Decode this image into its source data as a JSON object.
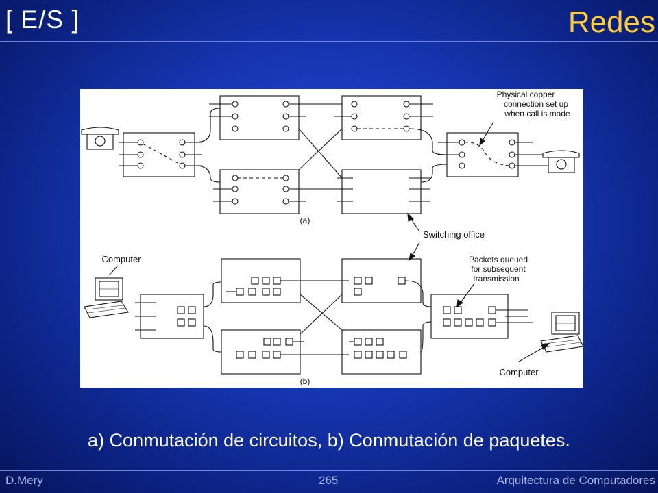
{
  "header": {
    "section_tag": "[ E/S ]",
    "title": "Redes"
  },
  "figure": {
    "label_a": "(a)",
    "label_b": "(b)",
    "copper_note": [
      "Physical copper",
      "connection set up",
      "when call is made"
    ],
    "switching_office": "Switching office",
    "computer_top": "Computer",
    "computer_bottom": "Computer",
    "packets_note": [
      "Packets queued",
      "for subsequent",
      "transmission"
    ]
  },
  "caption": "a) Conmutación de circuitos, b) Conmutación de paquetes.",
  "footer": {
    "author": "D.Mery",
    "page": "265",
    "course": "Arquitectura de Computadores"
  }
}
